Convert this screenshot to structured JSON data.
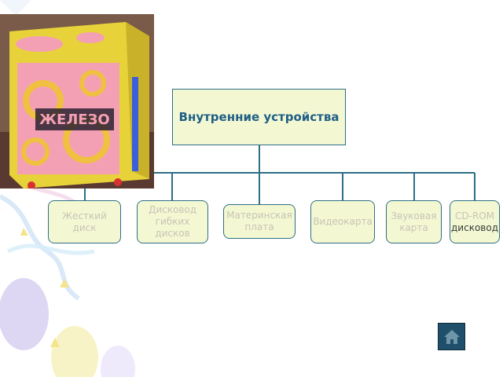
{
  "diagram": {
    "root": {
      "label": "Внутренние устройства"
    },
    "children": [
      {
        "label": "Жесткий\nдиск"
      },
      {
        "label": "Дисковод\nгибких дисков"
      },
      {
        "label": "Материнская\nплата"
      },
      {
        "label": "Видеокарта"
      },
      {
        "label": "Звуковая\nкарта"
      },
      {
        "label_line1": "CD-ROM",
        "label_line2": "дисковод"
      }
    ]
  },
  "photo": {
    "caption": "ЖЕЛЕЗО"
  },
  "nav": {
    "icon": "home-icon"
  },
  "colors": {
    "box_fill": "#f3f8d3",
    "box_border": "#2e6f86",
    "title": "#1f5f86",
    "connector": "#2e6f86",
    "nav_button": "#1f4f6a"
  }
}
